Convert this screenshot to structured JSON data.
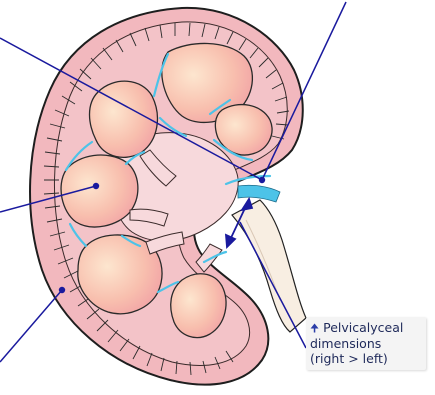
{
  "annotation": {
    "line1": "Pelvicalyceal",
    "line2": "dimensions",
    "line3": "(right > left)",
    "arrow_icon": "up-arrow-icon"
  },
  "colors": {
    "pointer_line": "#1a1a9e",
    "cortex_fill": "#f2b8be",
    "medulla_fill": "#f5a9a5",
    "pelvis_fill": "#f7d9dc",
    "vessel": "#4dc3e8",
    "ureter": "#f8eee2",
    "outline": "#222222"
  }
}
